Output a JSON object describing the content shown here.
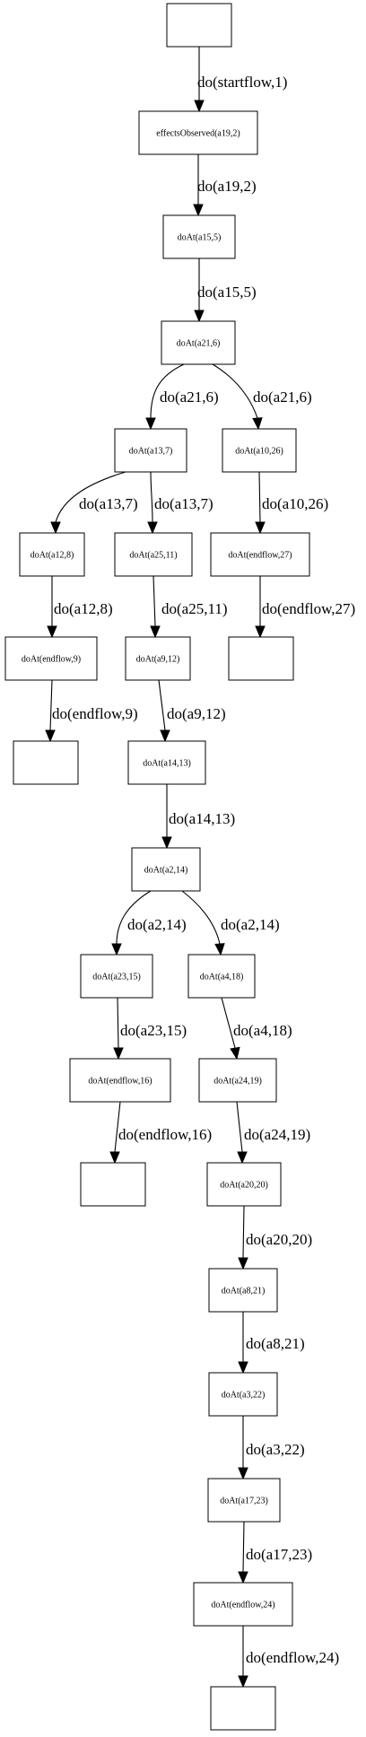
{
  "nodes": [
    {
      "id": "n0",
      "label": ""
    },
    {
      "id": "n1",
      "label": "effectsObserved(a19,2)"
    },
    {
      "id": "n2",
      "label": "doAt(a15,5)"
    },
    {
      "id": "n3",
      "label": "doAt(a21,6)"
    },
    {
      "id": "n4",
      "label": "doAt(a13,7)"
    },
    {
      "id": "n5",
      "label": "doAt(a10,26)"
    },
    {
      "id": "n6",
      "label": "doAt(a12,8)"
    },
    {
      "id": "n7",
      "label": "doAt(a25,11)"
    },
    {
      "id": "n8",
      "label": "doAt(endflow,27)"
    },
    {
      "id": "n9",
      "label": "doAt(endflow,9)"
    },
    {
      "id": "n10",
      "label": "doAt(a9,12)"
    },
    {
      "id": "n11",
      "label": ""
    },
    {
      "id": "n12",
      "label": ""
    },
    {
      "id": "n13",
      "label": "doAt(a14,13)"
    },
    {
      "id": "n14",
      "label": "doAt(a2,14)"
    },
    {
      "id": "n15",
      "label": "doAt(a23,15)"
    },
    {
      "id": "n16",
      "label": "doAt(a4,18)"
    },
    {
      "id": "n17",
      "label": "doAt(endflow,16)"
    },
    {
      "id": "n18",
      "label": "doAt(a24,19)"
    },
    {
      "id": "n19",
      "label": ""
    },
    {
      "id": "n20",
      "label": "doAt(a20,20)"
    },
    {
      "id": "n21",
      "label": "doAt(a8,21)"
    },
    {
      "id": "n22",
      "label": "doAt(a3,22)"
    },
    {
      "id": "n23",
      "label": "doAt(a17,23)"
    },
    {
      "id": "n24",
      "label": "doAt(endflow,24)"
    },
    {
      "id": "n25",
      "label": ""
    }
  ],
  "edges": [
    {
      "from": "n0",
      "to": "n1",
      "label": "do(startflow,1)"
    },
    {
      "from": "n1",
      "to": "n2",
      "label": "do(a19,2)"
    },
    {
      "from": "n2",
      "to": "n3",
      "label": "do(a15,5)"
    },
    {
      "from": "n3",
      "to": "n4",
      "label": "do(a21,6)"
    },
    {
      "from": "n3",
      "to": "n5",
      "label": "do(a21,6)"
    },
    {
      "from": "n4",
      "to": "n6",
      "label": "do(a13,7)"
    },
    {
      "from": "n4",
      "to": "n7",
      "label": "do(a13,7)"
    },
    {
      "from": "n5",
      "to": "n8",
      "label": "do(a10,26)"
    },
    {
      "from": "n6",
      "to": "n9",
      "label": "do(a12,8)"
    },
    {
      "from": "n7",
      "to": "n10",
      "label": "do(a25,11)"
    },
    {
      "from": "n8",
      "to": "n11",
      "label": "do(endflow,27)"
    },
    {
      "from": "n9",
      "to": "n12",
      "label": "do(endflow,9)"
    },
    {
      "from": "n10",
      "to": "n13",
      "label": "do(a9,12)"
    },
    {
      "from": "n13",
      "to": "n14",
      "label": "do(a14,13)"
    },
    {
      "from": "n14",
      "to": "n15",
      "label": "do(a2,14)"
    },
    {
      "from": "n14",
      "to": "n16",
      "label": "do(a2,14)"
    },
    {
      "from": "n15",
      "to": "n17",
      "label": "do(a23,15)"
    },
    {
      "from": "n16",
      "to": "n18",
      "label": "do(a4,18)"
    },
    {
      "from": "n17",
      "to": "n19",
      "label": "do(endflow,16)"
    },
    {
      "from": "n18",
      "to": "n20",
      "label": "do(a24,19)"
    },
    {
      "from": "n20",
      "to": "n21",
      "label": "do(a20,20)"
    },
    {
      "from": "n21",
      "to": "n22",
      "label": "do(a8,21)"
    },
    {
      "from": "n22",
      "to": "n23",
      "label": "do(a3,22)"
    },
    {
      "from": "n23",
      "to": "n24",
      "label": "do(a17,23)"
    },
    {
      "from": "n24",
      "to": "n25",
      "label": "do(endflow,24)"
    }
  ]
}
